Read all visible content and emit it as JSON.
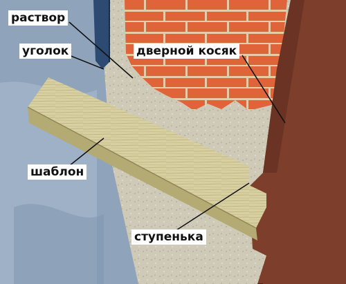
{
  "labels": {
    "mortar": "раствор",
    "corner": "уголок",
    "door_jamb": "дверной косяк",
    "template": "шаблон",
    "step": "ступенька"
  },
  "colors": {
    "wall_blue": "#8fa3bb",
    "mortar_grey": "#cfcab8",
    "brick_orange": "#e0643a",
    "brick_joint": "#e8c9a8",
    "jamb_brown": "#7d3f2c",
    "template_wood": "#d8d0a0",
    "corner_steel": "#2d4a72",
    "leader_line": "#111111"
  }
}
